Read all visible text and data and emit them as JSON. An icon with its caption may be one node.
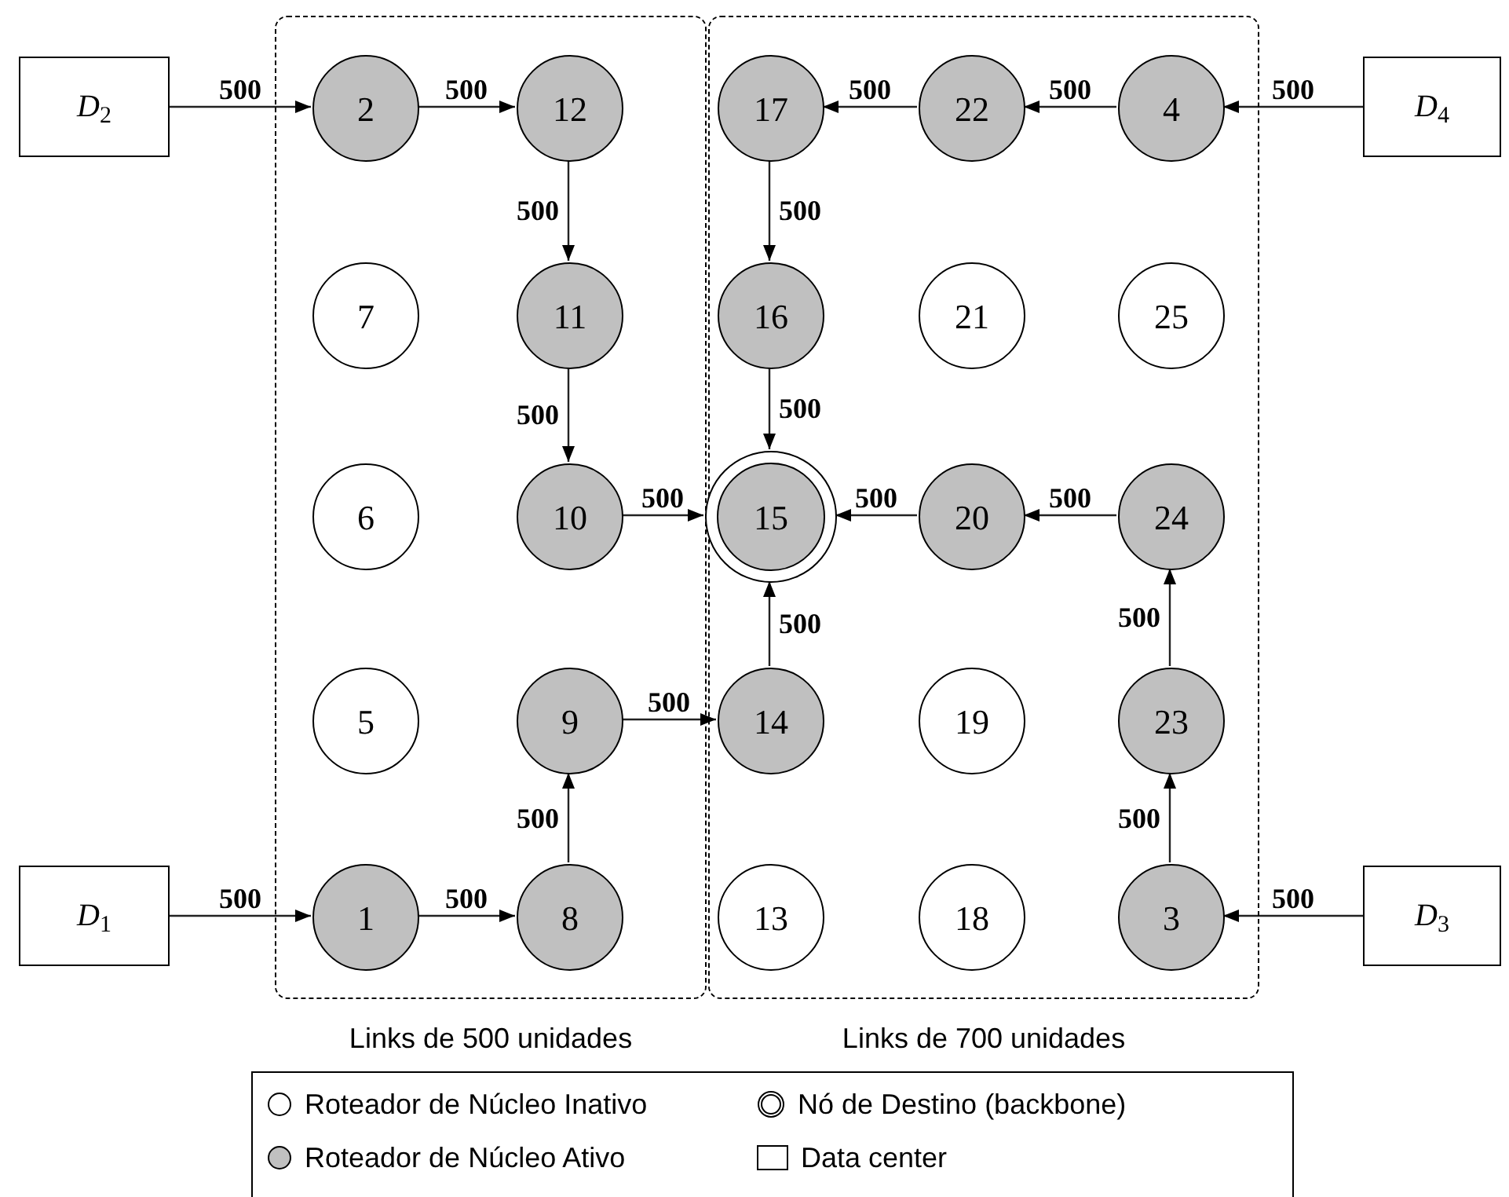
{
  "diagram": {
    "nodes": [
      {
        "text": [],
        "shape": "box",
        "beside": [
          "Links de 500 unidades"
        ]
      },
      {
        "text": [],
        "shape": "box",
        "beside": [
          "Links de 700 unidades"
        ]
      },
      {
        "text": [
          "*D*$_{2}$"
        ]
      },
      {
        "text": [
          "2"
        ],
        "in": 0
      },
      {
        "text": [
          "12"
        ],
        "in": 0
      },
      {
        "text": [
          "17"
        ],
        "in": 1
      },
      {
        "text": [
          "22"
        ],
        "in": 1
      },
      {
        "text": [
          "4"
        ],
        "in": 1
      },
      {
        "text": [
          "*D*$_{4}$"
        ]
      },
      {
        "text": [
          "7"
        ],
        "in": 0
      },
      {
        "text": [
          "11"
        ],
        "in": 0
      },
      {
        "text": [
          "16"
        ],
        "in": 1
      },
      {
        "text": [
          "21"
        ],
        "in": 1
      },
      {
        "text": [
          "25"
        ],
        "in": 1
      },
      {
        "text": [
          "6"
        ],
        "in": 0
      },
      {
        "text": [
          "10"
        ],
        "in": 0
      },
      {
        "text": [
          "15"
        ],
        "in": 1
      },
      {
        "text": [
          "20"
        ],
        "in": 1
      },
      {
        "text": [
          "24"
        ],
        "in": 1
      },
      {
        "text": [
          "5"
        ],
        "in": 0
      },
      {
        "text": [
          "9"
        ],
        "in": 0
      },
      {
        "text": [
          "14"
        ],
        "in": 1
      },
      {
        "text": [
          "19"
        ],
        "in": 1
      },
      {
        "text": [
          "23"
        ],
        "in": 1
      },
      {
        "text": [
          "*D*$_{1}$"
        ]
      },
      {
        "text": [
          "1"
        ],
        "in": 0
      },
      {
        "text": [
          "8"
        ],
        "in": 0
      },
      {
        "text": [
          "13"
        ],
        "in": 1
      },
      {
        "text": [
          "18"
        ],
        "in": 1
      },
      {
        "text": [
          "3"
        ],
        "in": 1
      },
      {
        "text": [
          "*D*$_{3}$"
        ]
      }
    ],
    "edges": [
      {
        "from": 2,
        "to": 3,
        "arrow": "to",
        "label": "500"
      },
      {
        "from": 3,
        "to": 4,
        "arrow": "to",
        "label": "500"
      },
      {
        "from": 4,
        "to": 10,
        "arrow": "to",
        "label": "500"
      },
      {
        "from": 10,
        "to": 15,
        "arrow": "to",
        "label": "500"
      },
      {
        "from": 15,
        "to": 16,
        "arrow": "to",
        "label": "500"
      },
      {
        "from": 8,
        "to": 7,
        "arrow": "to",
        "label": "500"
      },
      {
        "from": 7,
        "to": 6,
        "arrow": "to",
        "label": "500"
      },
      {
        "from": 6,
        "to": 5,
        "arrow": "to",
        "label": "500"
      },
      {
        "from": 5,
        "to": 11,
        "arrow": "to",
        "label": "500"
      },
      {
        "from": 11,
        "to": 16,
        "arrow": "to",
        "label": "500"
      },
      {
        "from": 18,
        "to": 17,
        "arrow": "to",
        "label": "500"
      },
      {
        "from": 17,
        "to": 16,
        "arrow": "to",
        "label": "500"
      },
      {
        "from": 29,
        "to": 23,
        "arrow": "to",
        "label": "500"
      },
      {
        "from": 23,
        "to": 18,
        "arrow": "to",
        "label": "500"
      },
      {
        "from": 30,
        "to": 29,
        "arrow": "to",
        "label": "500"
      },
      {
        "from": 24,
        "to": 25,
        "arrow": "to",
        "label": "500"
      },
      {
        "from": 25,
        "to": 26,
        "arrow": "to",
        "label": "500"
      },
      {
        "from": 26,
        "to": 20,
        "arrow": "to",
        "label": "500"
      },
      {
        "from": 20,
        "to": 21,
        "arrow": "to",
        "label": "500"
      },
      {
        "from": 21,
        "to": 16,
        "arrow": "to",
        "label": "500"
      }
    ],
    "legend": [
      {
        "text": "Roteador de Núcleo Inativo"
      },
      {
        "text": "Nó de Destino (backbone)"
      },
      {
        "text": "Roteador de Núcleo Ativo"
      },
      {
        "text": "Data center"
      }
    ]
  }
}
